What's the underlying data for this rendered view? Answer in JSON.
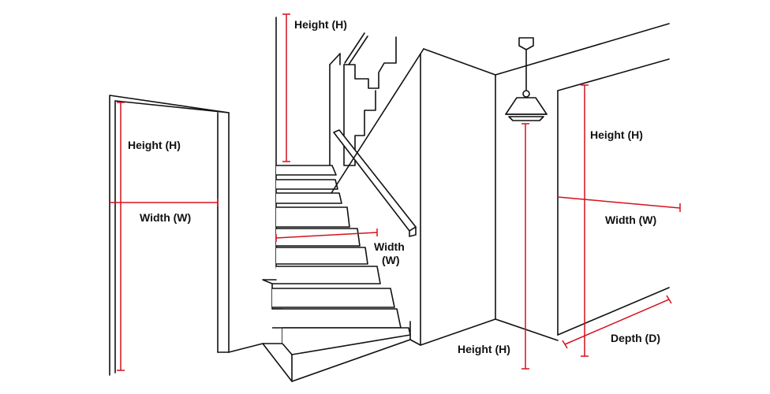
{
  "labels": {
    "staircase_height": "Height (H)",
    "door_height": "Height (H)",
    "door_width": "Width (W)",
    "stair_width_line1": "Width",
    "stair_width_line2": "(W)",
    "wall_height": "Height (H)",
    "wall_width": "Width (W)",
    "ceiling_height": "Height (H)",
    "floor_depth": "Depth (D)"
  },
  "colors": {
    "line": "#111111",
    "dimension": "#d6111e",
    "background": "#ffffff"
  }
}
